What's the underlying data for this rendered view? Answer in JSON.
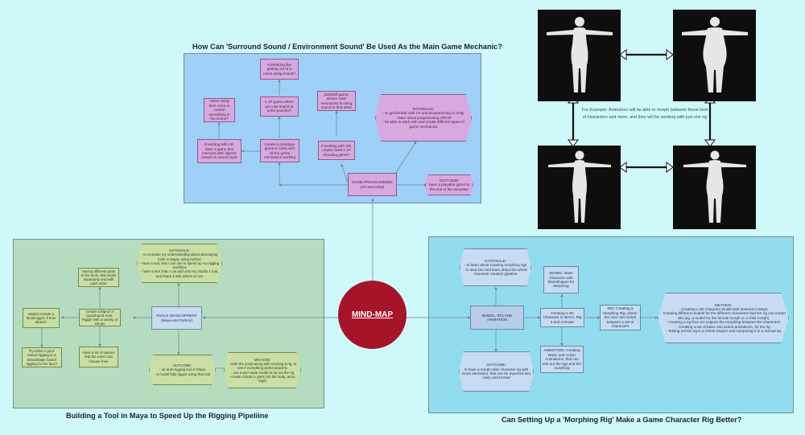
{
  "top_title": "How Can 'Surround Sound / Environment Sound' Be Used As the Main Game Mechanic?",
  "left_title": "Building a Tool in Maya to Speed Up the Rigging Pipeliine",
  "right_title": "Can Setting Up a 'Morphing Rig' Make a Game Character Rig Better?",
  "center": "MIND-MAP",
  "top": {
    "escape": "Something like getting out of a maze using sound?",
    "voice": "Users using their voice to control something in the scene?",
    "puzzle": "a 1P game where you use sound to solve puzzles?",
    "paintball": "Maybe a 3P paintball game, whose main mechanics is using sound to find other players?",
    "rationale": "RATIONALE:\n- to get familiar with C# and programming in Unity\n- learn about programming VR/AR\n- be able to work with and create different types of game mechanics",
    "ar": "If working with AR, have a game that interacts with objects based on sound input",
    "prototype": "Create a prototype game in Unity with all the game mechanics working",
    "vr": "If working with VR, maybe build a 1P shooting game?",
    "programming": "GAME PROGRAMMING\n(C# and Unity)",
    "outcome": "OUTCOME:\nhave a playable game to the end of the semester"
  },
  "left": {
    "rationale": "RATIONALE:\n- to increase my understanding about developing tools in Maya, using Python\n- have a tool, that i can use to speed up my rigging workflow\n- have a tool, that I can add onto my Studio 1 tool, and share it with others to use",
    "parts": "Having different parts in the tools, that works separately and with each other",
    "facial": "Maybe include a facial rigger, if time allows?",
    "biped": "Create a Biped or Quadruped Auto-Rigger with a variety of setups",
    "tools": "TOOLS DEVELOPMENT\n(Maya and Python)",
    "joint": "Try either a joint-based rigging or a blendshape based rigging for the face?",
    "options": "Have a lot of options that the users can choose from",
    "outcome": "OUTCOME:\n- an auto-rigging tool in Maya\n- a model fully rigged using that tool",
    "method": "METHOD:\n- write the script along with creating a rig, to see if everything works properly\n- use a pre-made model to try out the rig\n- create scripts in parts (do the body, arms, legs)"
  },
  "right": {
    "rationale": "RATIONALE:\n- to learn about creating morphing rigs\n- to dive into and learn about the whole character creation pipeline",
    "model": "MODEL: Base Character with blendshapes for Morphing",
    "main": "MODEL, RIG AND ANIMATION",
    "create": "Creating a 3D Character in MAYA, Rig it and Animate",
    "rig": "RIG: Creating a Morphing Rig, where the user can morph between a set of characters",
    "method": "METHOD:\n- Creating a 3D character model with textures in Maya\n- Creating different models for the different characters that the rig can morph into (eg. a model for the female morph or a child morph)\n- Creating a rig that can support the morphing between the characters\n- Creating a set of basic and action animations, for the rig\n- Testing out the rig in a Game Engine and comparing it to a normal rig",
    "animation": "ANIMATION: Creating Basic and Action Animations, that can test out the rigs and the morphing",
    "outcome": "OUTCOME:\nto have a morph-able character rig with some animation, that can be exported into Unity and Unreal"
  },
  "morph_note": "For Example: Animators will be able to morph between these kind of characters and more, and they will be working with just one rig",
  "colors": {
    "center": "#a6142a",
    "top_panel": "#9fd0f7",
    "left_panel": "#b6dcc0",
    "right_panel": "#92dcef",
    "node": "#d9a8de"
  }
}
